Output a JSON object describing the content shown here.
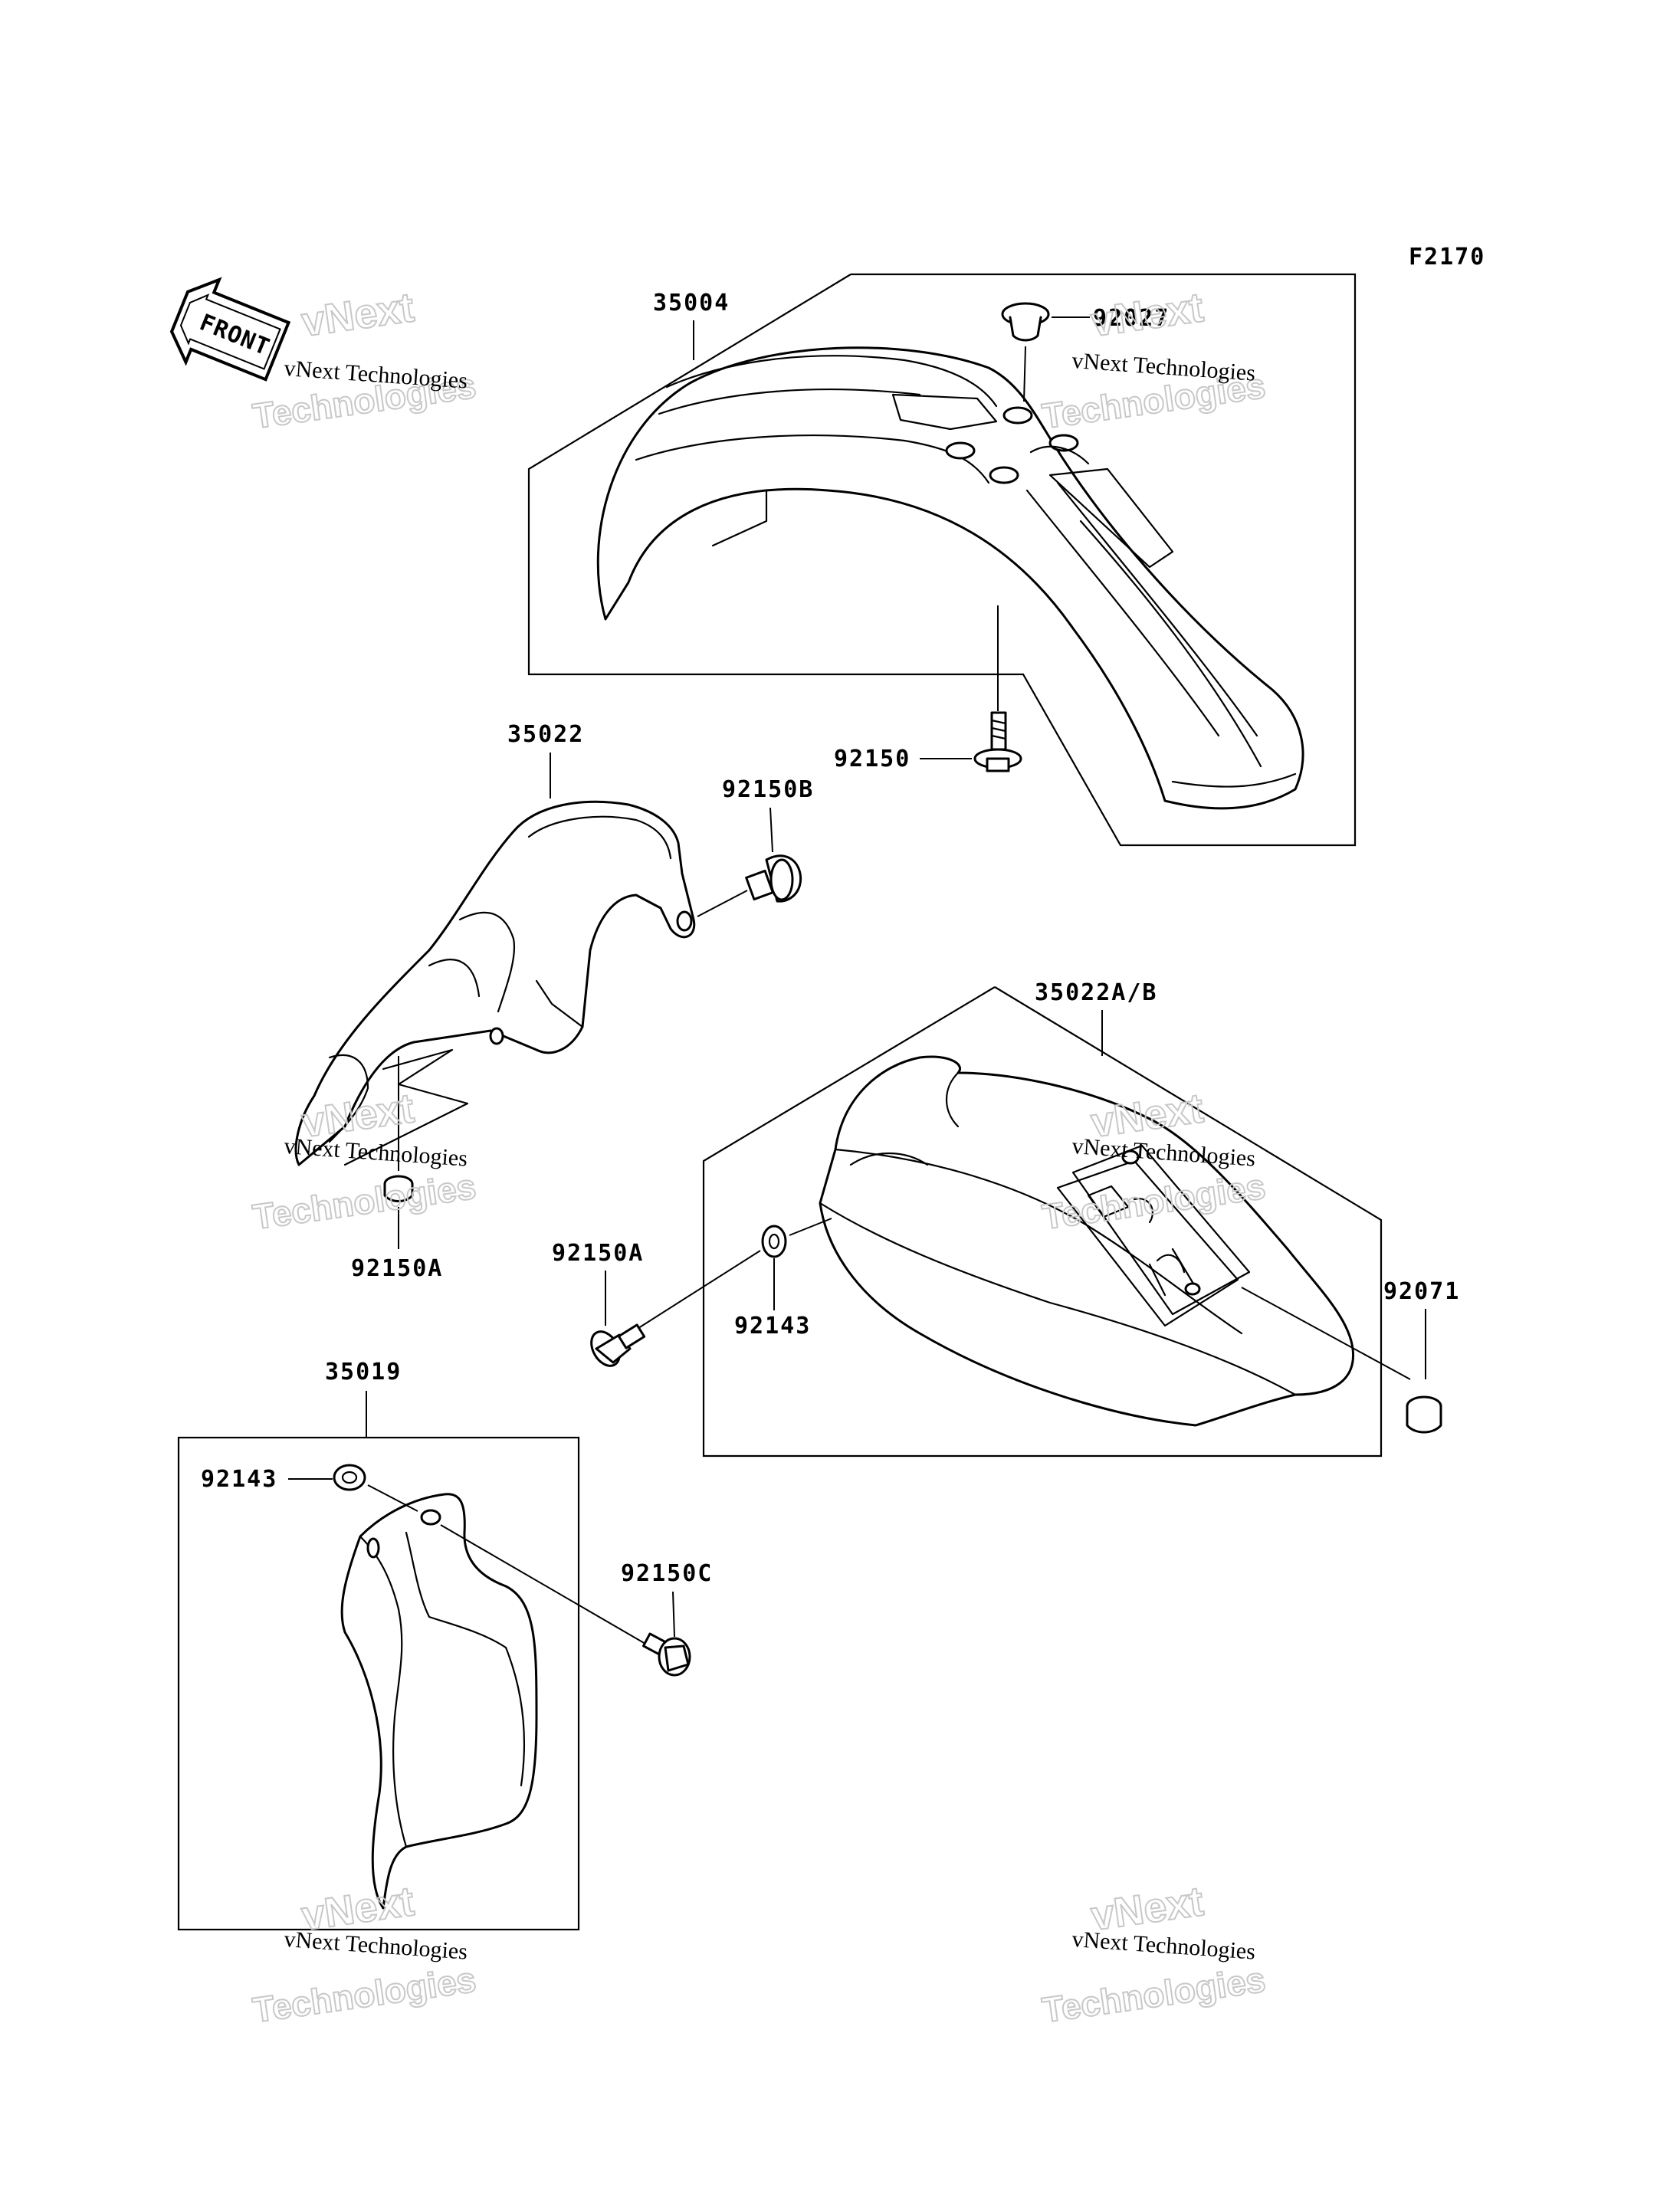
{
  "figure_code": "F2170",
  "front_arrow": {
    "text": "FRONT",
    "icon": "front-arrow-icon"
  },
  "watermarks": [
    {
      "line1": "vNext Technologies",
      "line2": "vNext",
      "line3": "Technologies"
    },
    {
      "line1": "vNext Technologies",
      "line2": "vNext",
      "line3": "Technologies"
    },
    {
      "line1": "vNext Technologies",
      "line2": "vNext",
      "line3": "Technologies"
    },
    {
      "line1": "vNext Technologies",
      "line2": "vNext",
      "line3": "Technologies"
    },
    {
      "line1": "vNext Technologies",
      "line2": "vNext",
      "line3": "Technologies"
    },
    {
      "line1": "vNext Technologies",
      "line2": "vNext",
      "line3": "Technologies"
    }
  ],
  "parts": {
    "front_fender": "35004",
    "front_fender_grommet": "92027",
    "front_fender_bolt": "92150",
    "rear_fender_front": "35022",
    "rear_fender_front_bolt_b": "92150B",
    "rear_fender_front_bolt_a": "92150A",
    "rear_fender": "35022A/B",
    "rear_fender_bolt_a": "92150A",
    "rear_fender_washer": "92143",
    "rear_fender_grommet": "92071",
    "mud_guard": "35019",
    "mud_guard_washer": "92143",
    "mud_guard_bolt": "92150C"
  }
}
